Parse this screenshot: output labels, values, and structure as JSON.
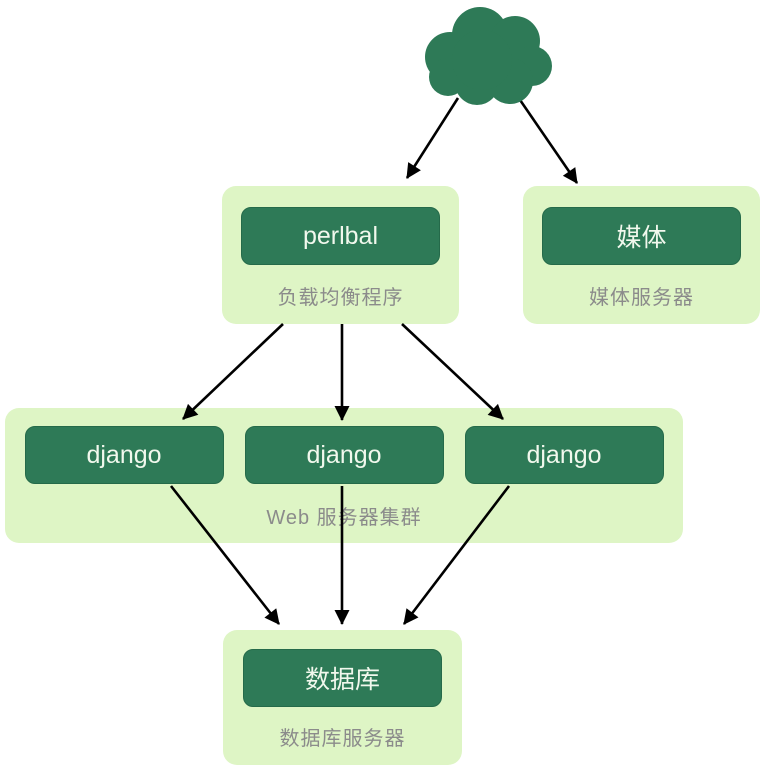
{
  "colors": {
    "dark_green": "#2e7a57",
    "light_green": "#def5c5",
    "caption_gray": "#8b8b8b",
    "pill_text": "#f1f8ed",
    "pill_border": "#256a4a",
    "arrow": "#000000",
    "background": "#ffffff"
  },
  "nodes": {
    "loadbalancer": {
      "box": "perlbal",
      "caption": "负载均衡程序"
    },
    "media": {
      "box": "媒体",
      "caption": "媒体服务器"
    },
    "webcluster": {
      "boxes": [
        "django",
        "django",
        "django"
      ],
      "caption": "Web 服务器集群"
    },
    "database": {
      "box": "数据库",
      "caption": "数据库服务器"
    }
  },
  "edges": [
    {
      "from": "cloud",
      "to": "loadbalancer"
    },
    {
      "from": "cloud",
      "to": "media"
    },
    {
      "from": "loadbalancer",
      "to": "django-1"
    },
    {
      "from": "loadbalancer",
      "to": "django-2"
    },
    {
      "from": "loadbalancer",
      "to": "django-3"
    },
    {
      "from": "django-1",
      "to": "database"
    },
    {
      "from": "django-2",
      "to": "database"
    },
    {
      "from": "django-3",
      "to": "database"
    }
  ]
}
